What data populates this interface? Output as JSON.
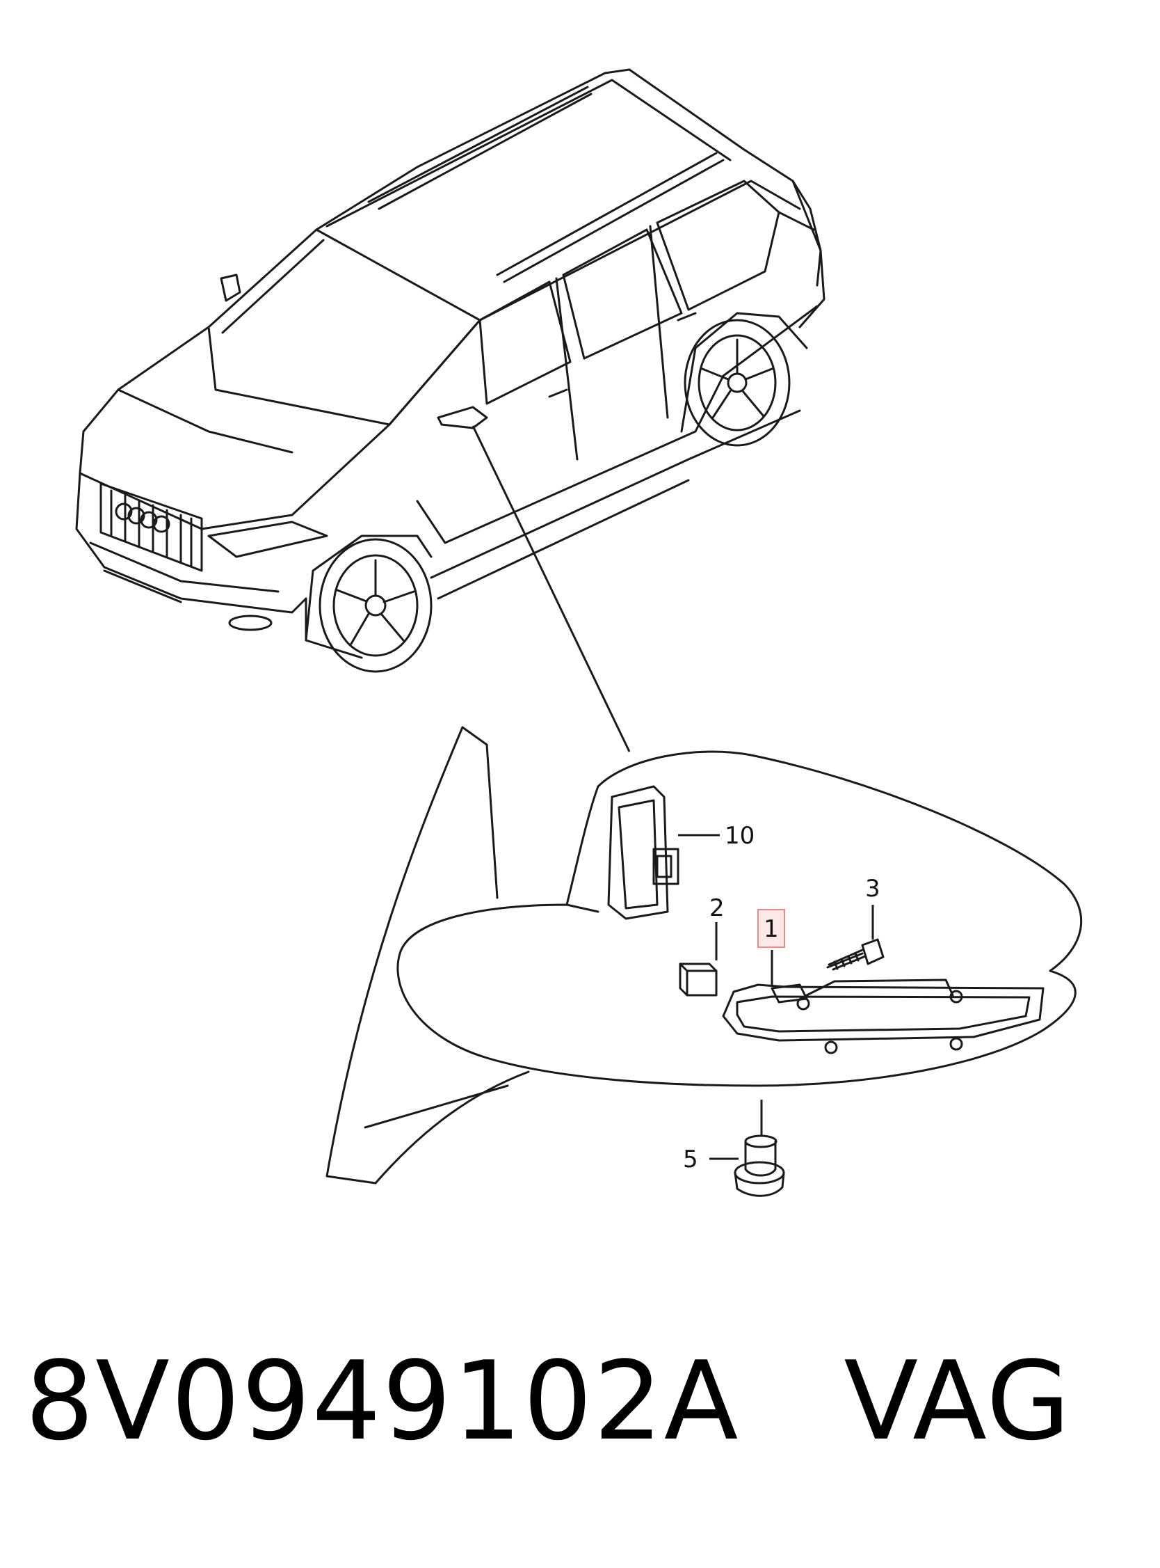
{
  "callouts": {
    "c10": "10",
    "c2": "2",
    "c3": "3",
    "c1": "1",
    "c5": "5"
  },
  "footer": {
    "part_number": "8V0949102A",
    "brand": "VAG"
  },
  "colors": {
    "line": "#1a1a1a",
    "highlight_box": "#e48a8a",
    "highlight_fill": "#fde8e8"
  }
}
